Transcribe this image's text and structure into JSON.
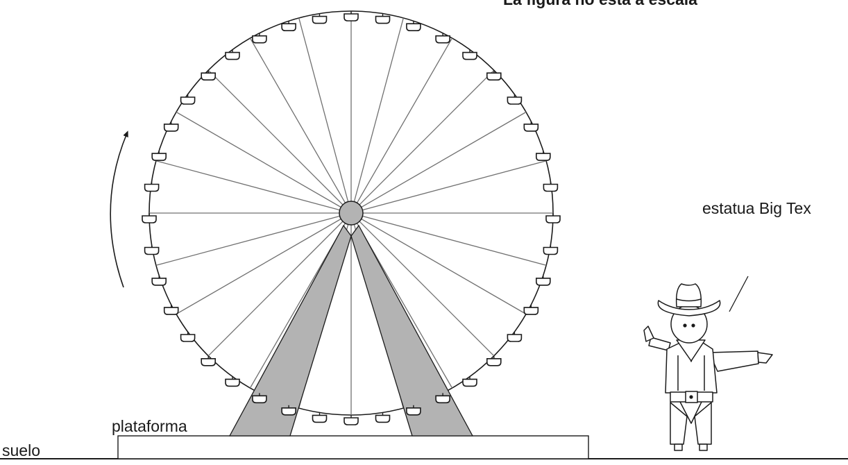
{
  "title": "La figura no está a escala",
  "labels": {
    "statue": "estatua Big Tex",
    "platform": "plataforma",
    "ground": "suelo"
  },
  "wheel": {
    "gondola_count": 40,
    "spoke_count": 24
  },
  "colors": {
    "stroke": "#1a1a1a",
    "support_fill": "#b3b3b3",
    "hub_fill": "#b3b3b3",
    "background": "#ffffff"
  },
  "icons": {
    "rotation": "curved-arrow-icon"
  }
}
